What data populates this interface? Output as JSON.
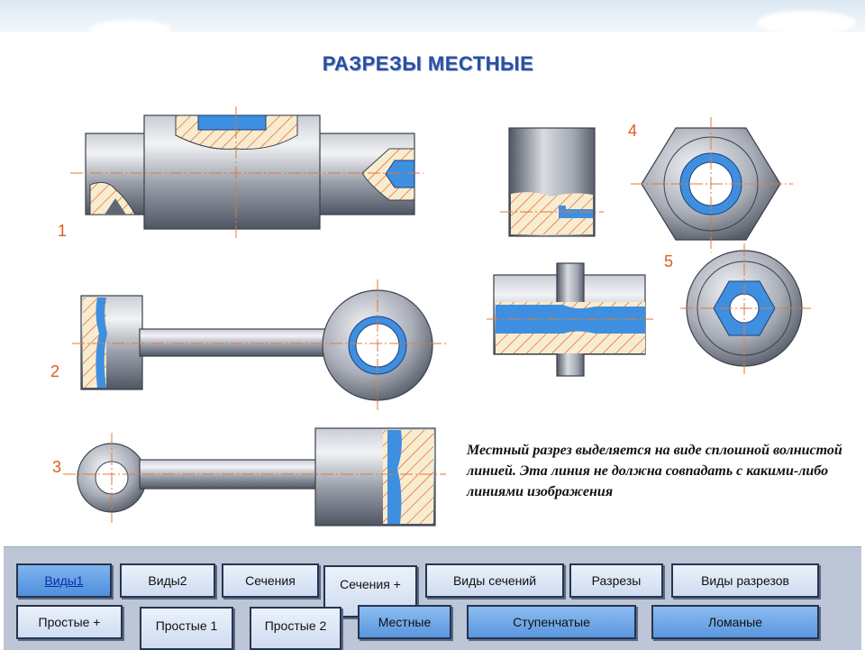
{
  "title": "РАЗРЕЗЫ МЕСТНЫЕ",
  "figure_labels": [
    "1",
    "2",
    "3",
    "4",
    "5"
  ],
  "caption": "Местный разрез выделяется на виде сплошной волнистой линией. Эта линия не должна совпадать с какими-либо линиями изображения",
  "colors": {
    "title": "#2a4fa3",
    "hatch": "#e05a1e",
    "section_blue": "#3f8fe0",
    "fill_cream": "#f8ecd0",
    "metal_dark": "#5f6674",
    "metal_light": "#e8eaee",
    "centerline": "#e07a3a"
  },
  "nav": {
    "row1": [
      {
        "label": "Виды1",
        "active": true
      },
      {
        "label": "Виды2"
      },
      {
        "label": "Сечения"
      },
      {
        "label": "Сечения +"
      },
      {
        "label": "Виды сечений"
      },
      {
        "label": "Разрезы"
      },
      {
        "label": "Виды разрезов"
      }
    ],
    "row2": [
      {
        "label": "Простые +"
      },
      {
        "label": "Простые 1"
      },
      {
        "label": "Простые 2"
      },
      {
        "label": "Местные"
      },
      {
        "label": "Ступенчатые"
      },
      {
        "label": "Ломаные"
      }
    ]
  }
}
